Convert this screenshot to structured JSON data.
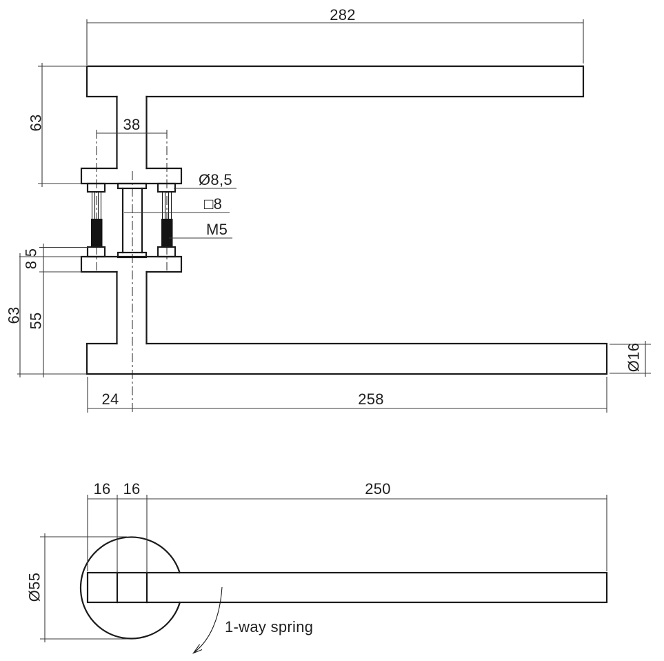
{
  "colors": {
    "line": "#1a1a1a",
    "dimension": "#3a3a3a",
    "background": "#ffffff"
  },
  "side_view": {
    "overall_length": "282",
    "height_upper": "63",
    "screw_spacing": "38",
    "hole_diameter": "Ø8,5",
    "spindle_square": "□8",
    "thread": "M5",
    "nut_height": "5",
    "rose_thickness": "8",
    "height_lower": "63",
    "face_to_bar": "55",
    "neck_offset": "24",
    "grip_length": "258",
    "tube_diameter": "Ø16"
  },
  "front_view": {
    "neck_width_left": "16",
    "neck_width_right": "16",
    "lever_length": "250",
    "rose_diameter": "Ø55",
    "spring_note": "1-way spring"
  }
}
